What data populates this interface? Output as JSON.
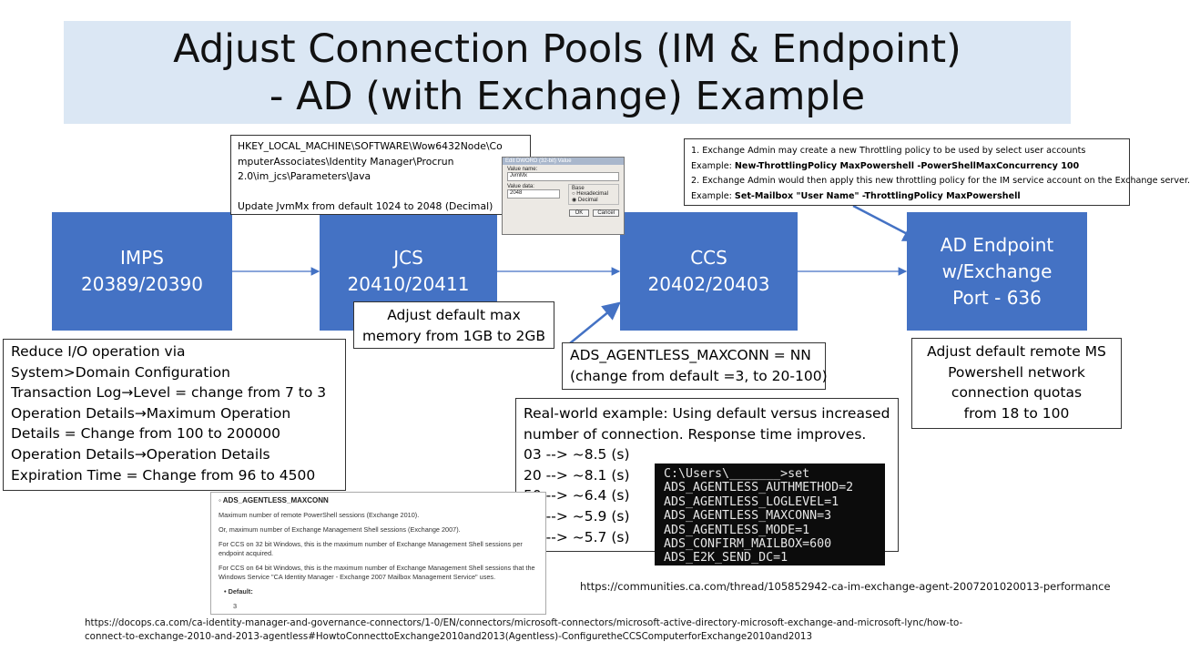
{
  "title": {
    "line1": "Adjust Connection Pools (IM & Endpoint)",
    "line2": "- AD (with Exchange) Example"
  },
  "boxes": {
    "imps": {
      "name": "IMPS",
      "ports": "20389/20390"
    },
    "jcs": {
      "name": "JCS",
      "ports": "20410/20411"
    },
    "ccs": {
      "name": "CCS",
      "ports": "20402/20403"
    },
    "ad": {
      "line1": "AD Endpoint",
      "line2": "w/Exchange",
      "line3": "Port - 636"
    }
  },
  "registry_note": {
    "lines": [
      "HKEY_LOCAL_MACHINE\\SOFTWARE\\Wow6432Node\\Co",
      "mputerAssociates\\Identity Manager\\Procrun",
      "2.0\\im_jcs\\Parameters\\Java",
      "",
      "Update JvmMx from default 1024 to 2048 (Decimal)"
    ]
  },
  "dword_dialog": {
    "title": "Edit DWORD (32-bit) Value",
    "value_name_label": "Value name:",
    "value_name": "JvmMx",
    "value_data_label": "Value data:",
    "value_data": "2048",
    "base_label": "Base",
    "hex_option": "Hexadecimal",
    "dec_option": "Decimal",
    "ok": "OK",
    "cancel": "Cancel"
  },
  "throttling_note": {
    "line1": "1. Exchange Admin may create a new Throttling policy to be used by select user accounts",
    "line2_prefix": "Example: ",
    "line2_cmd": "New-ThrottlingPolicy MaxPowershell -PowerShellMaxConcurrency 100",
    "line3": "2. Exchange Admin would then apply this new throttling policy for the IM service account on the Exchange server.",
    "line4_prefix": "Example: ",
    "line4_cmd": "Set-Mailbox \"User Name\" -ThrottlingPolicy MaxPowershell"
  },
  "jcs_memory_note": {
    "line1": "Adjust default max",
    "line2": "memory from 1GB to 2GB"
  },
  "ccs_conn_note": {
    "line1": "ADS_AGENTLESS_MAXCONN = NN",
    "line2": "(change from default =3, to 20-100)"
  },
  "ad_quota_note": {
    "line1": "Adjust default remote MS",
    "line2": "Powershell  network",
    "line3": "connection quotas",
    "line4": "from 18 to 100"
  },
  "imps_note": {
    "lines": [
      "Reduce I/O operation via",
      "System>Domain Configuration",
      "Transaction Log→Level = change from 7 to 3",
      "Operation Details→Maximum Operation",
      "Details = Change from 100 to 200000",
      "Operation Details→Operation Details",
      "Expiration Time = Change from 96 to 4500"
    ]
  },
  "realworld_note": {
    "line1": "Real-world example:   Using default versus increased",
    "line2": "number of connection.   Response time improves.",
    "results": [
      "03 --> ~8.5 (s)",
      "20 --> ~8.1 (s)",
      "50 --> ~6.4 (s)",
      "75 --> ~5.9 (s)",
      "95 --> ~5.7 (s)"
    ]
  },
  "terminal": {
    "lines": [
      "C:\\Users\\_______>set",
      "ADS_AGENTLESS_AUTHMETHOD=2",
      "ADS_AGENTLESS_LOGLEVEL=1",
      "ADS_AGENTLESS_MAXCONN=3",
      "ADS_AGENTLESS_MODE=1",
      "ADS_CONFIRM_MAILBOX=600",
      "ADS_E2K_SEND_DC=1"
    ]
  },
  "doc_excerpt": {
    "heading": "ADS_AGENTLESS_MAXCONN",
    "p1": "Maximum number of remote PowerShell sessions (Exchange 2010).",
    "p2": "Or, maximum number of Exchange Management Shell sessions (Exchange 2007).",
    "p3": "For CCS on 32 bit Windows, this is the maximum number of Exchange Management Shell sessions per endpoint acquired.",
    "p4": "For CCS on 64 bit Windows, this is the maximum number of Exchange Management Shell sessions that the Windows Service \"CA Identity Manager - Exchange 2007 Mailbox Management Service\" uses.",
    "default_label": "Default:",
    "default_value": "3"
  },
  "urls": {
    "communities": "https://communities.ca.com/thread/105852942-ca-im-exchange-agent-2007201020013-performance",
    "docops_line1": "https://docops.ca.com/ca-identity-manager-and-governance-connectors/1-0/EN/connectors/microsoft-connectors/microsoft-active-directory-microsoft-exchange-and-microsoft-lync/how-to-",
    "docops_line2": "connect-to-exchange-2010-and-2013-agentless#HowtoConnecttoExchange2010and2013(Agentless)-ConfiguretheCCSComputerforExchange2010and2013"
  },
  "colors": {
    "box_fill": "#4472c4",
    "title_band": "#dbe7f4",
    "arrow": "#4472c4"
  }
}
